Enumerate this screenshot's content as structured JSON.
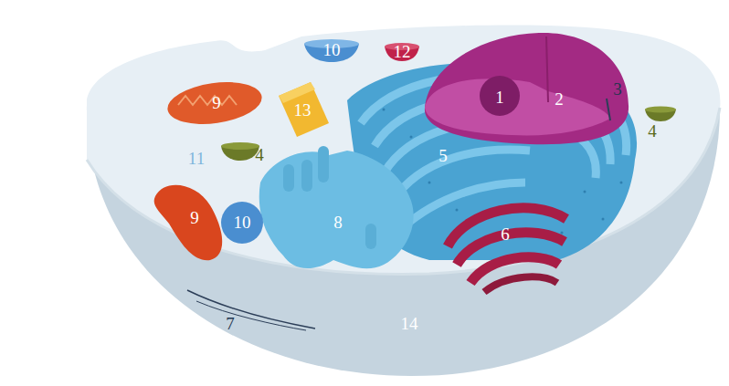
{
  "diagram": {
    "labels": [
      "10",
      "12",
      "1",
      "2",
      "3",
      "9",
      "13",
      "4",
      "4",
      "11",
      "5",
      "9",
      "10",
      "8",
      "6",
      "7",
      "14"
    ]
  }
}
